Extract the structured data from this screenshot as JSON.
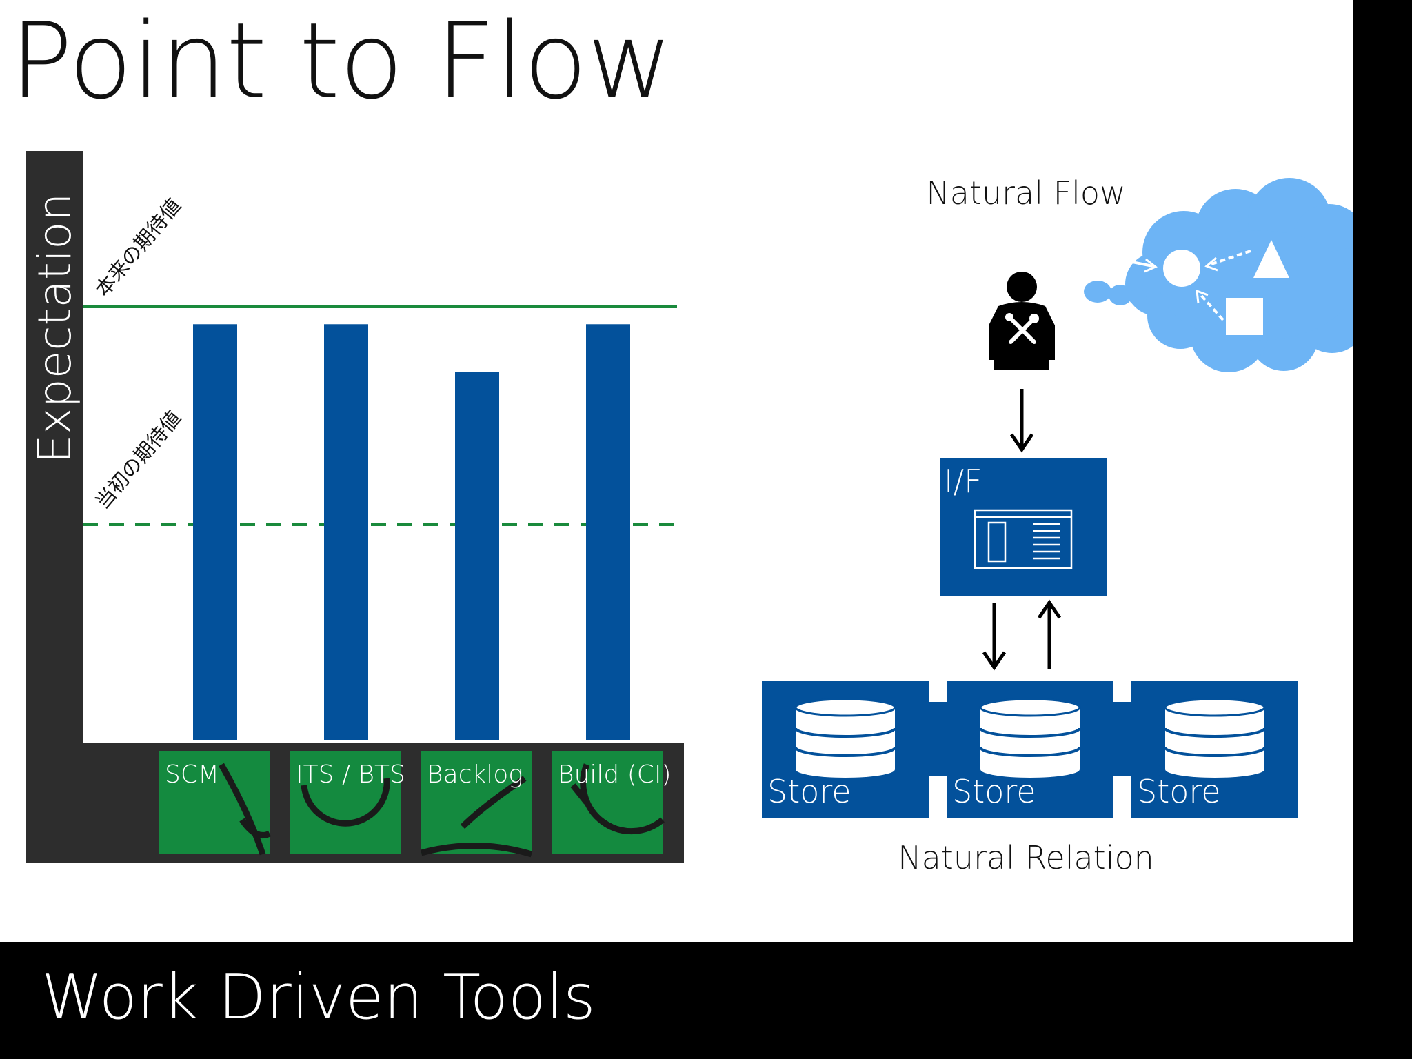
{
  "slide": {
    "title": "Point to Flow",
    "footer_title": "Work Driven Tools"
  },
  "chart": {
    "y_axis_label": "Expectation",
    "true_expectation_label": "本来の期待値",
    "initial_expectation_label": "当初の期待値",
    "categories": [
      "SCM",
      "ITS / BTS",
      "Backlog",
      "Build (CI)"
    ],
    "colors": {
      "axis": "#2d2d2d",
      "bar": "#03519b",
      "reference_line": "#1a8a3c",
      "tile": "#148a3f"
    }
  },
  "chart_data": {
    "type": "bar",
    "categories": [
      "SCM",
      "ITS / BTS",
      "Backlog",
      "Build (CI)"
    ],
    "values": [
      0.96,
      0.96,
      0.85,
      0.96
    ],
    "reference_lines": [
      {
        "label": "本来の期待値",
        "value": 1.0,
        "style": "solid"
      },
      {
        "label": "当初の期待値",
        "value": 0.5,
        "style": "dashed"
      }
    ],
    "ylabel": "Expectation",
    "xlabel": "",
    "ylim": [
      0,
      1
    ],
    "grid": false
  },
  "flow": {
    "top_label": "Natural Flow",
    "interface_label": "I/F",
    "stores": [
      {
        "label": "Store"
      },
      {
        "label": "Store"
      },
      {
        "label": "Store"
      }
    ],
    "bottom_label": "Natural Relation",
    "colors": {
      "box": "#03519b",
      "cloud": "#6db4f5",
      "arrow": "#000000"
    }
  }
}
